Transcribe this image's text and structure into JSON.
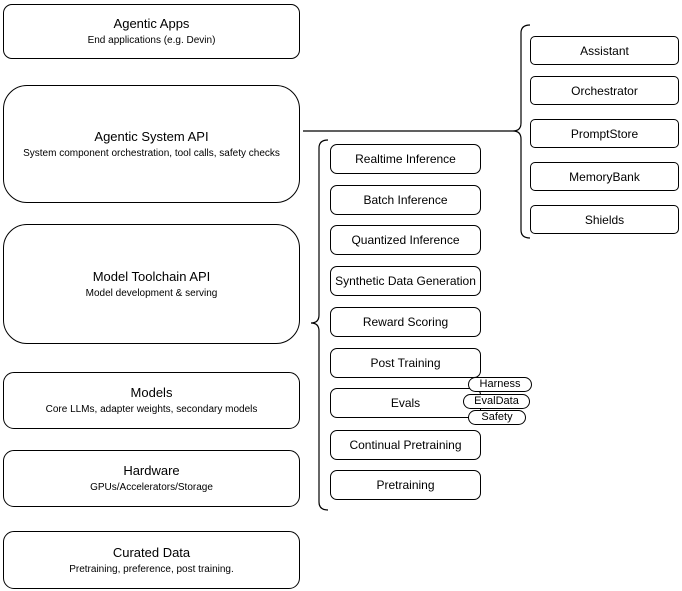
{
  "layers": [
    {
      "title": "Agentic Apps",
      "subtitle": "End applications (e.g. Devin)"
    },
    {
      "title": "Agentic System API",
      "subtitle": "System component orchestration, tool calls, safety checks"
    },
    {
      "title": "Model Toolchain API",
      "subtitle": "Model development & serving"
    },
    {
      "title": "Models",
      "subtitle": "Core LLMs, adapter weights, secondary models"
    },
    {
      "title": "Hardware",
      "subtitle": "GPUs/Accelerators/Storage"
    },
    {
      "title": "Curated Data",
      "subtitle": "Pretraining, preference, post training."
    }
  ],
  "toolchain_components": [
    "Realtime Inference",
    "Batch Inference",
    "Quantized Inference",
    "Synthetic Data Generation",
    "Reward Scoring",
    "Post Training",
    "Evals",
    "Continual Pretraining",
    "Pretraining"
  ],
  "eval_tools": [
    "Harness",
    "EvalData",
    "Safety"
  ],
  "system_components": [
    "Assistant",
    "Orchestrator",
    "PromptStore",
    "MemoryBank",
    "Shields"
  ],
  "colors": {
    "stroke": "#000000",
    "fill": "#ffffff",
    "canvas": "#ffffff"
  }
}
